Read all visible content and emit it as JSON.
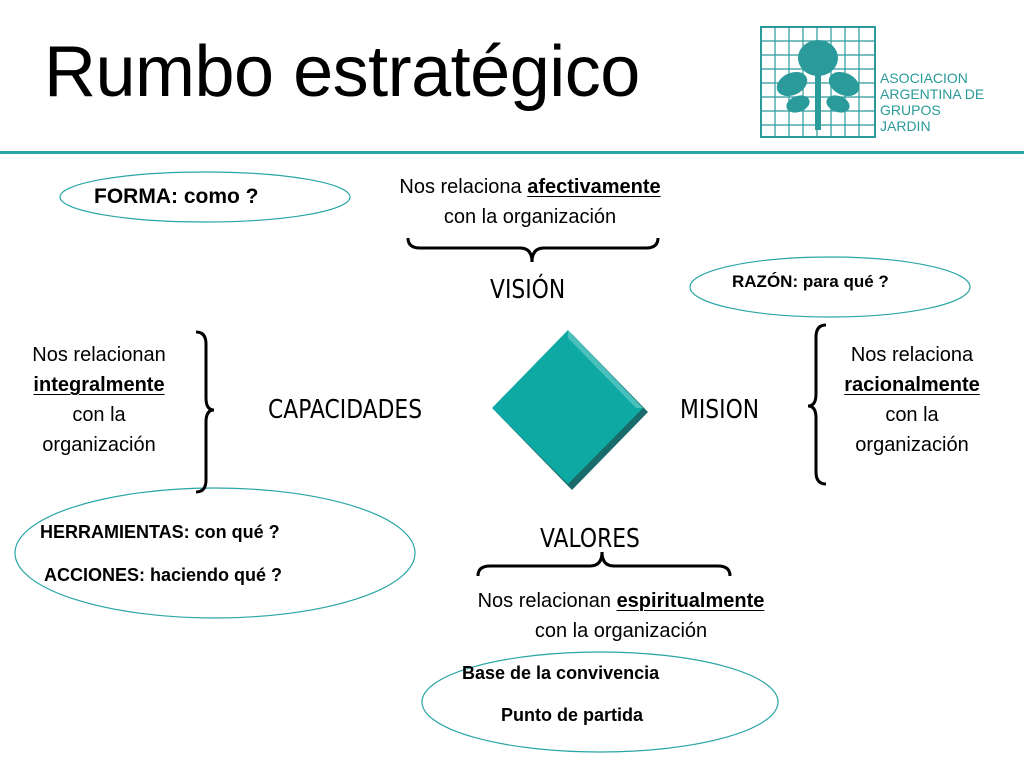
{
  "title": "Rumbo estratégico",
  "logo": {
    "icon": "tree-icon",
    "lines": [
      "ASOCIACION",
      "ARGENTINA DE",
      "GRUPOS",
      "JARDIN"
    ]
  },
  "colors": {
    "accent": "#2aa5a5",
    "diamond_fill": "#0fa9a4",
    "diamond_shadow": "#1a6b6b",
    "logo": "#2a9a9a"
  },
  "concepts": {
    "vision": "VISIÓN",
    "mision": "MISION",
    "capacidades": "CAPACIDADES",
    "valores": "VALORES"
  },
  "vision_note": {
    "prefix": "Nos relaciona ",
    "emphasis": "afectivamente",
    "line2": "con la organización"
  },
  "capacidades_note": {
    "line1": "Nos relacionan",
    "emphasis": "integralmente",
    "line3": "con la",
    "line4": "organización"
  },
  "mision_note": {
    "line1": "Nos relaciona",
    "emphasis": "racionalmente",
    "line3": "con la",
    "line4": "organización"
  },
  "valores_note": {
    "prefix": "Nos relacionan ",
    "emphasis": "espiritualmente",
    "line2": "con la organización"
  },
  "ovals": {
    "forma": "FORMA: como ?",
    "razon": "RAZÓN: para qué ?",
    "herramientas": "HERRAMIENTAS: con qué ?",
    "acciones": "ACCIONES: haciendo qué ?",
    "base": "Base de la convivencia",
    "punto": "Punto de partida"
  }
}
